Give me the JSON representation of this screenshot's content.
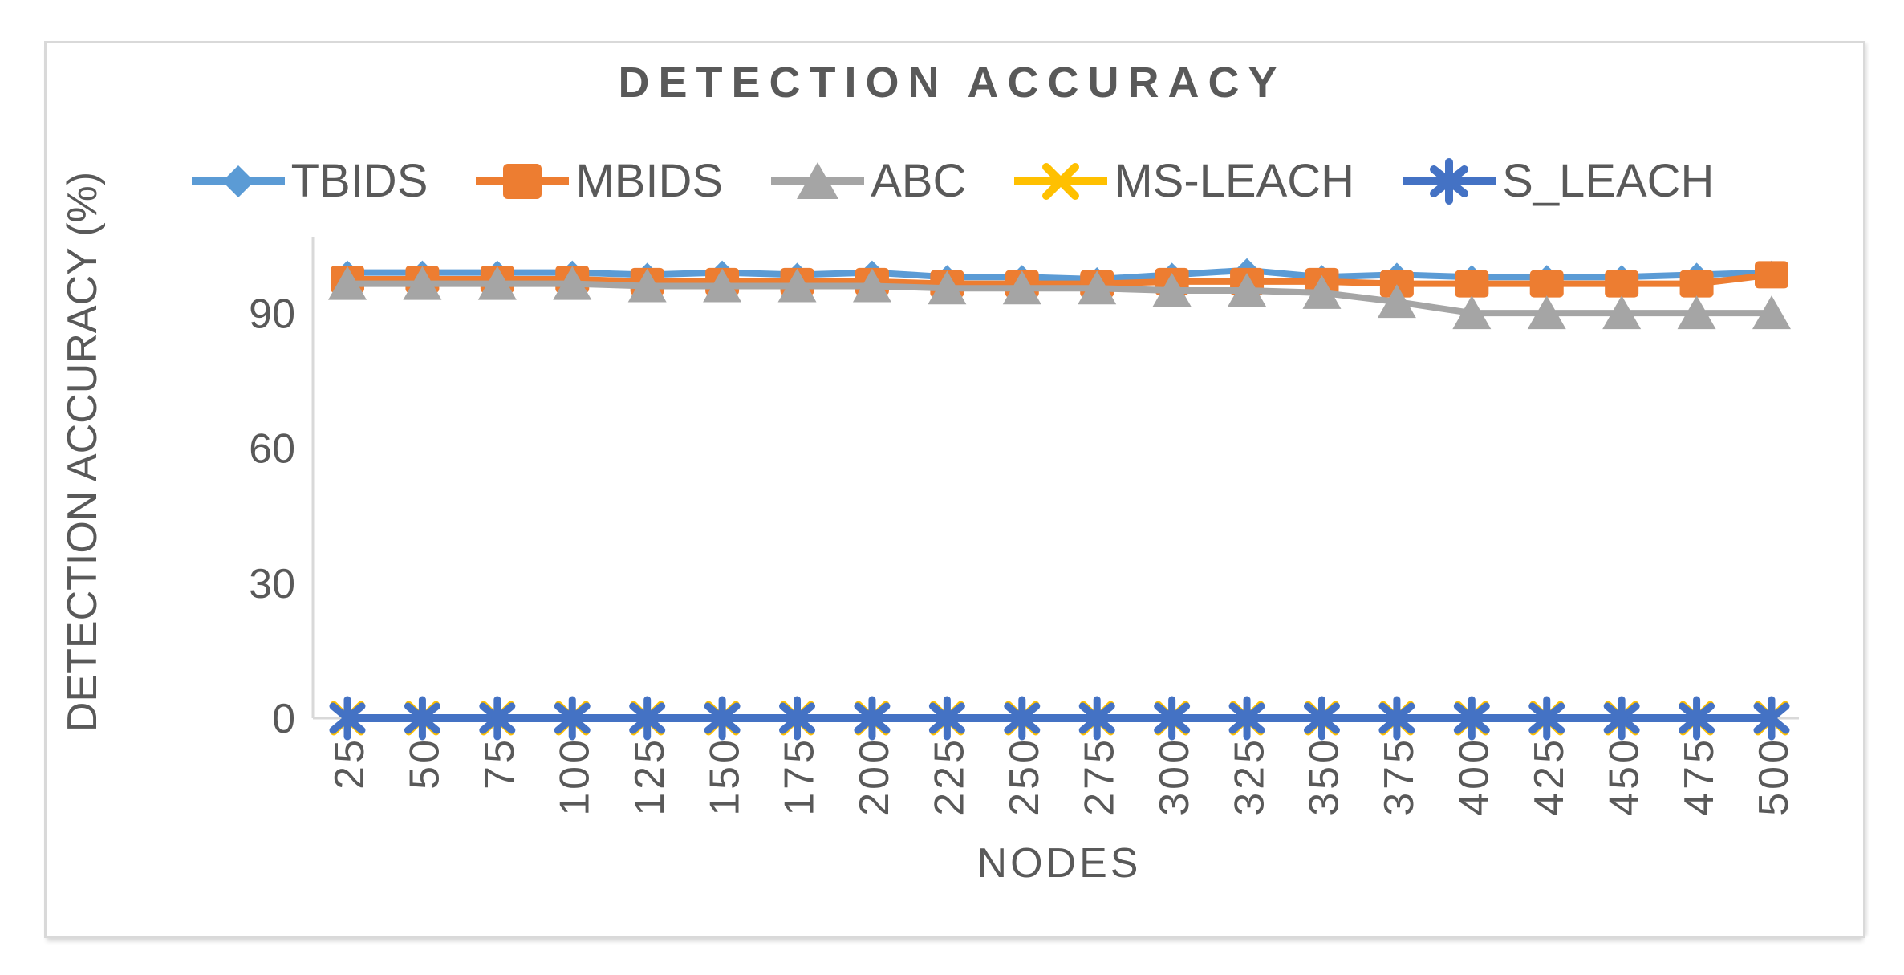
{
  "figure": {
    "title": "DETECTION ACCURACY",
    "border_color": "#d9d9d9",
    "background": "#ffffff",
    "text_color": "#595959"
  },
  "chart_data": {
    "type": "line",
    "title": "DETECTION ACCURACY",
    "xlabel": "NODES",
    "ylabel": "DETECTION ACCURACY (%)",
    "x": [
      25,
      50,
      75,
      100,
      125,
      150,
      175,
      200,
      225,
      250,
      275,
      300,
      325,
      350,
      375,
      400,
      425,
      450,
      475,
      500
    ],
    "y_ticks": [
      0,
      30,
      60,
      90
    ],
    "ylim": [
      0,
      105
    ],
    "grid": false,
    "legend_position": "top",
    "axis_color": "#d9d9d9",
    "series": [
      {
        "name": "TBIDS",
        "color": "#5B9BD5",
        "marker": "diamond",
        "values": [
          99,
          99,
          99,
          99,
          98.5,
          99,
          98.5,
          99,
          98,
          98,
          97.5,
          98.5,
          99.5,
          98,
          98.5,
          98,
          98,
          98,
          98.5,
          99
        ]
      },
      {
        "name": "MBIDS",
        "color": "#ED7D31",
        "marker": "square",
        "values": [
          97.5,
          97.5,
          97.5,
          97.5,
          97,
          97,
          97,
          97,
          96.5,
          96.5,
          96.5,
          97,
          97,
          97,
          96.5,
          96.5,
          96.5,
          96.5,
          96.5,
          98.5
        ]
      },
      {
        "name": "ABC",
        "color": "#A5A5A5",
        "marker": "triangle",
        "values": [
          96.5,
          96.5,
          96.5,
          96.5,
          96,
          96,
          96,
          96,
          95.5,
          95.5,
          95.5,
          95,
          95,
          94.5,
          92.5,
          90,
          90,
          90,
          90,
          90
        ]
      },
      {
        "name": "MS-LEACH",
        "color": "#FFC000",
        "marker": "x",
        "values": [
          0,
          0,
          0,
          0,
          0,
          0,
          0,
          0,
          0,
          0,
          0,
          0,
          0,
          0,
          0,
          0,
          0,
          0,
          0,
          0
        ]
      },
      {
        "name": "S_LEACH",
        "color": "#4472C4",
        "marker": "asterisk",
        "values": [
          0,
          0,
          0,
          0,
          0,
          0,
          0,
          0,
          0,
          0,
          0,
          0,
          0,
          0,
          0,
          0,
          0,
          0,
          0,
          0
        ]
      }
    ]
  }
}
